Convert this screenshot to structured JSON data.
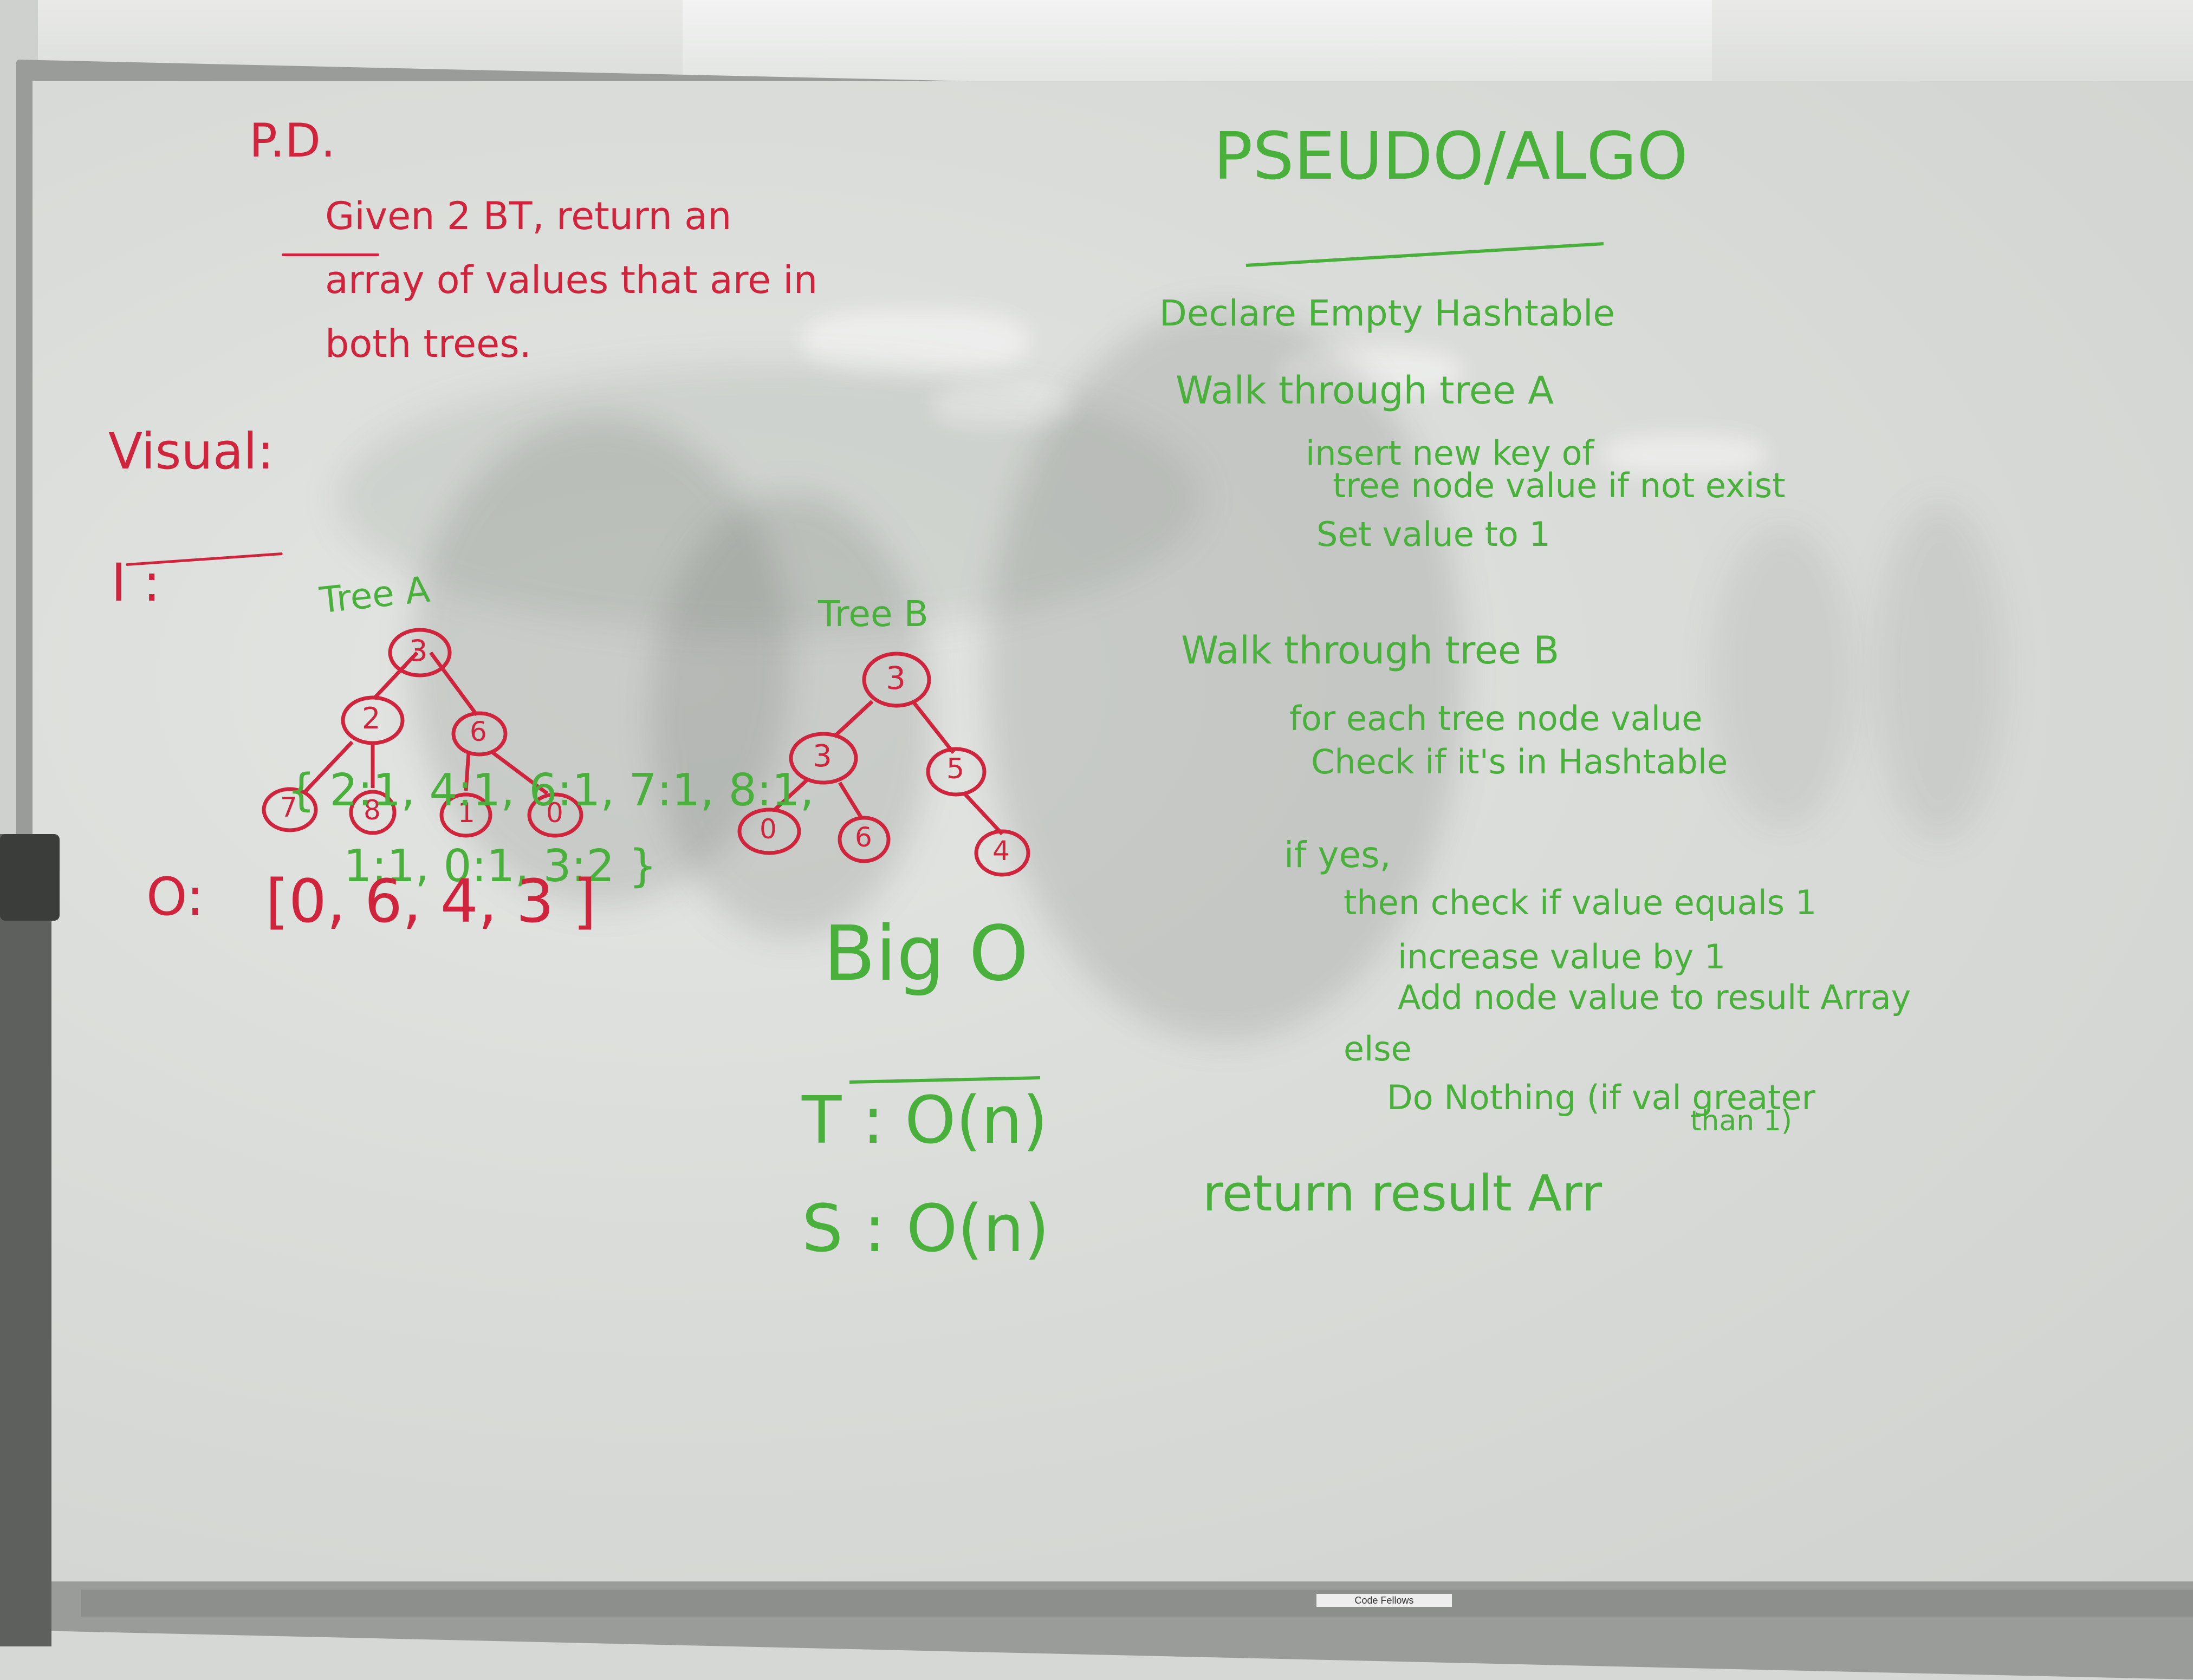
{
  "problem_domain": {
    "heading": "P.D.",
    "statement": "Given 2 BT, return an\narray of values that are in\nboth trees."
  },
  "visual": {
    "heading": "Visual:",
    "input_label": "I :",
    "tree_a": {
      "label": "Tree A",
      "nodes": [
        "3",
        "2",
        "6",
        "7",
        "8",
        "1",
        "0"
      ]
    },
    "tree_b": {
      "label": "Tree B",
      "nodes": [
        "3",
        "3",
        "5",
        "0",
        "6",
        "4"
      ]
    },
    "hashtable": "{ 2:1, 4:1, 6:1, 7:1, 8:1,\n    1:1, 0:1, 3:2 }",
    "output_label": "O:",
    "output_value": "[0, 6, 4, 3 ]"
  },
  "big_o": {
    "heading": "Big O",
    "time": "T : O(n)",
    "space": "S : O(n)"
  },
  "algorithm": {
    "heading": "PSEUDO/ALGO",
    "lines": [
      "Declare Empty Hashtable",
      "Walk through tree A",
      "insert new key of",
      "tree node value if not exist",
      "Set value to 1",
      "Walk through tree B",
      "for each tree node value",
      "Check if it's in Hashtable",
      "if yes,",
      "then check if value equals 1",
      "increase value by 1",
      "Add node value to result Array",
      "else",
      "Do Nothing (if val greater",
      "than 1)",
      "return result Arr"
    ]
  },
  "tray_label": "Code Fellows",
  "colors": {
    "red_marker": "#d0243c",
    "green_marker": "#49b03c",
    "board": "#dcdedb"
  }
}
